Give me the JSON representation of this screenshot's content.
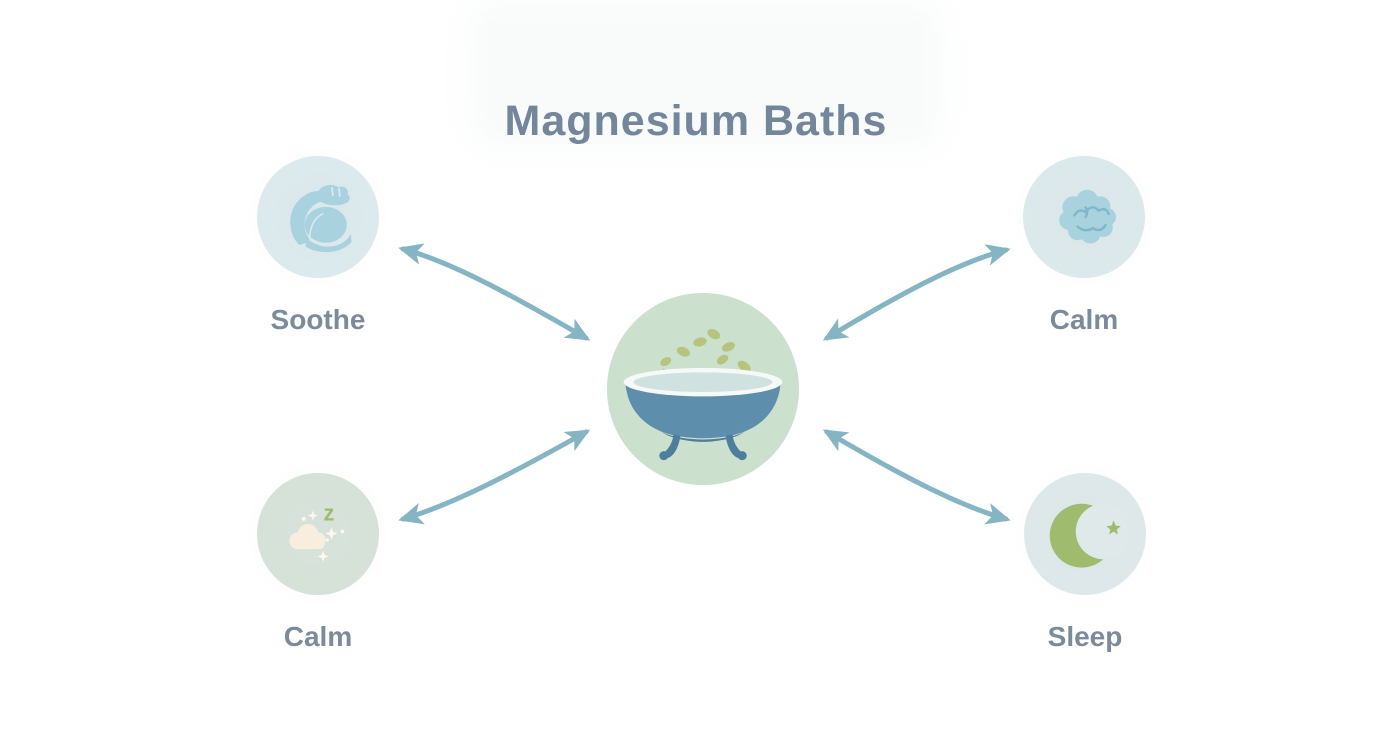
{
  "title": "Magnesium Baths",
  "center": {
    "icon": "bathtub-icon",
    "description": "bathtub with floating leaves"
  },
  "nodes": [
    {
      "id": "soothe",
      "label": "Soothe",
      "icon": "bicep-icon",
      "position": "top-left"
    },
    {
      "id": "calm-mind",
      "label": "Calm",
      "icon": "brain-icon",
      "position": "top-right"
    },
    {
      "id": "calm-night",
      "label": "Calm",
      "icon": "cloud-sparkles-icon",
      "position": "bottom-left",
      "z_glyph": "z"
    },
    {
      "id": "sleep",
      "label": "Sleep",
      "icon": "moon-icon",
      "position": "bottom-right"
    }
  ],
  "colors": {
    "title_text": "#74869c",
    "label_text": "#7b8b9a",
    "arrow": "#85b4c3",
    "node_tl_bg": "#dcebee",
    "node_tr_bg": "#ddeaec",
    "node_bl_bg": "#d6e2d6",
    "node_br_bg": "#dfe9ea",
    "center_bg": "#cbe0cd",
    "icon_blue": "#a7d2de",
    "icon_blue_line": "#7fb8ca",
    "icon_green": "#9fbc6e",
    "cloud_cream": "#f7eedd",
    "sparkle": "#fdf8ee",
    "tub_blue": "#5d8fad",
    "tub_blue_dark": "#4d7e9b",
    "tub_rim": "#f5f9f7",
    "water": "#cfe2e0",
    "leaf": "#b7c47e"
  }
}
